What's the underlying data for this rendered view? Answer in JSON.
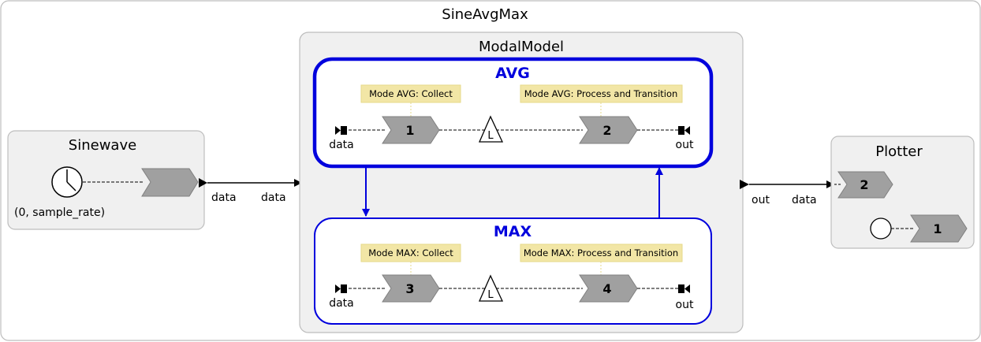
{
  "diagram": {
    "outer_title": "SineAvgMax",
    "modal_model": {
      "title": "ModalModel",
      "modes": [
        {
          "name": "AVG",
          "notes": [
            "Mode AVG: Collect",
            "Mode AVG: Process and Transition"
          ],
          "actors": [
            "1",
            "2"
          ],
          "left_port": "data",
          "right_port": "out"
        },
        {
          "name": "MAX",
          "notes": [
            "Mode MAX: Collect",
            "Mode MAX: Process and Transition"
          ],
          "actors": [
            "3",
            "4"
          ],
          "left_port": "data",
          "right_port": "out"
        }
      ],
      "in_port": "data",
      "out_port": "out"
    },
    "sinewave": {
      "title": "Sinewave",
      "clock_label": "(0, sample_rate)",
      "out_port": "data"
    },
    "plotter": {
      "title": "Plotter",
      "in_port": "data",
      "actors": [
        "2",
        "1"
      ]
    },
    "latch_symbol": "L",
    "colors": {
      "mode_border": "#0000dd",
      "note_fill": "#f2e6a6",
      "actor_fill": "#a0a0a0",
      "box_fill": "#f0f0f0"
    }
  }
}
